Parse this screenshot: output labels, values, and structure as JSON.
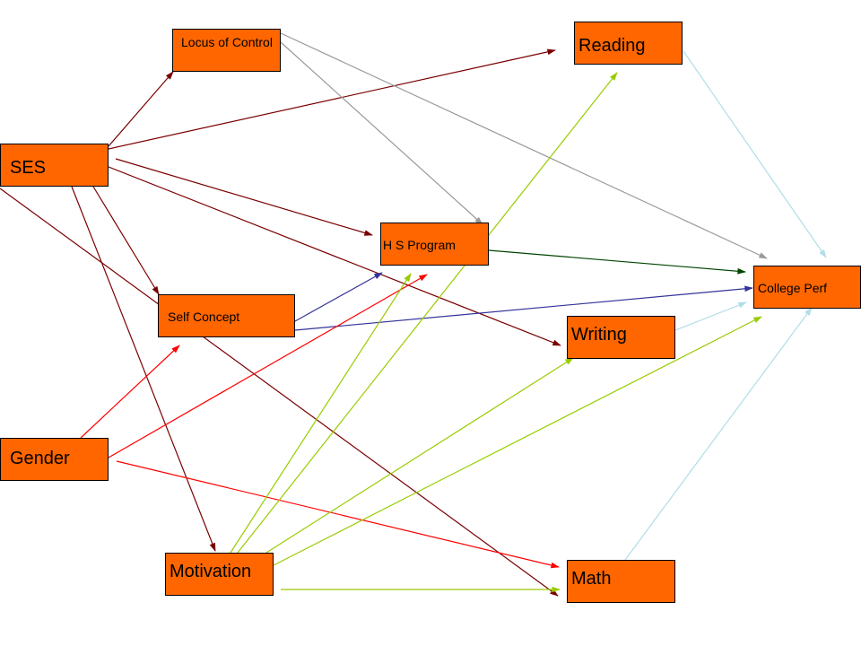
{
  "diagram": {
    "nodes": {
      "locus": "Locus of Control",
      "reading": "Reading",
      "ses": "SES",
      "hs_program": "H S Program",
      "college_perf": "College Perf",
      "self_concept": "Self Concept",
      "writing": "Writing",
      "gender": "Gender",
      "motivation": "Motivation",
      "math": "Math"
    },
    "colors": {
      "node_fill": "#ff6600",
      "node_border": "#000000",
      "ses_paths": "#7a0000",
      "gender_paths": "#ff0000",
      "motivation_paths": "#99cc00",
      "locus_paths": "#999999",
      "self_concept_paths": "#333399",
      "hs_program_paths": "#004400",
      "outcome_paths": "#b0dde8"
    },
    "edges": [
      {
        "from": "SES",
        "to": "Locus of Control",
        "color": "ses_paths"
      },
      {
        "from": "SES",
        "to": "Reading",
        "color": "ses_paths"
      },
      {
        "from": "SES",
        "to": "H S Program",
        "color": "ses_paths"
      },
      {
        "from": "SES",
        "to": "Writing",
        "color": "ses_paths"
      },
      {
        "from": "SES",
        "to": "Self Concept",
        "color": "ses_paths"
      },
      {
        "from": "SES",
        "to": "Motivation",
        "color": "ses_paths"
      },
      {
        "from": "SES",
        "to": "Math",
        "color": "ses_paths"
      },
      {
        "from": "Locus of Control",
        "to": "H S Program",
        "color": "locus_paths"
      },
      {
        "from": "Locus of Control",
        "to": "College Perf",
        "color": "locus_paths"
      },
      {
        "from": "Self Concept",
        "to": "H S Program",
        "color": "self_concept_paths"
      },
      {
        "from": "Self Concept",
        "to": "College Perf",
        "color": "self_concept_paths"
      },
      {
        "from": "H S Program",
        "to": "College Perf",
        "color": "hs_program_paths"
      },
      {
        "from": "Gender",
        "to": "Self Concept",
        "color": "gender_paths"
      },
      {
        "from": "Gender",
        "to": "H S Program",
        "color": "gender_paths"
      },
      {
        "from": "Gender",
        "to": "Math",
        "color": "gender_paths"
      },
      {
        "from": "Motivation",
        "to": "Reading",
        "color": "motivation_paths"
      },
      {
        "from": "Motivation",
        "to": "H S Program",
        "color": "motivation_paths"
      },
      {
        "from": "Motivation",
        "to": "Writing",
        "color": "motivation_paths"
      },
      {
        "from": "Motivation",
        "to": "College Perf",
        "color": "motivation_paths"
      },
      {
        "from": "Motivation",
        "to": "Math",
        "color": "motivation_paths"
      },
      {
        "from": "Reading",
        "to": "College Perf",
        "color": "outcome_paths"
      },
      {
        "from": "Writing",
        "to": "College Perf",
        "color": "outcome_paths"
      },
      {
        "from": "Math",
        "to": "College Perf",
        "color": "outcome_paths"
      }
    ]
  }
}
